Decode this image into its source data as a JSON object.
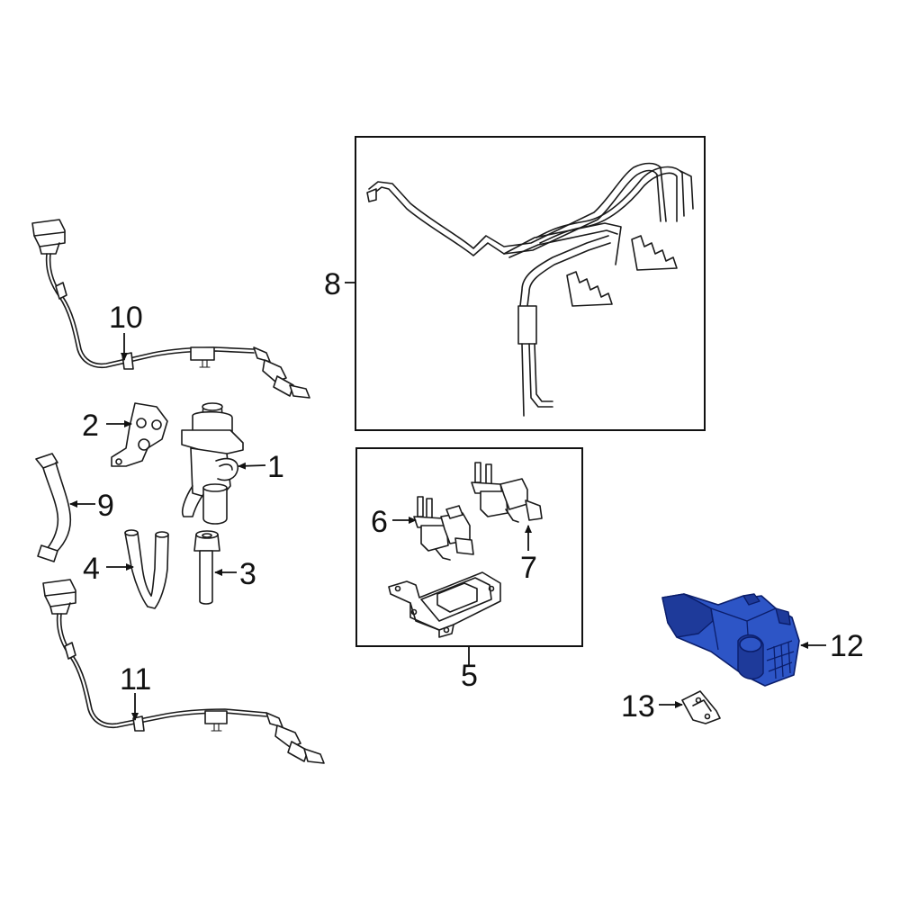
{
  "callouts": {
    "c1": "1",
    "c2": "2",
    "c3": "3",
    "c4": "4",
    "c5": "5",
    "c6": "6",
    "c7": "7",
    "c8": "8",
    "c9": "9",
    "c10": "10",
    "c11": "11",
    "c12": "12",
    "c13": "13"
  },
  "colors": {
    "highlight_part": "#2d55c6",
    "line_art": "#1a1a1a",
    "background": "#ffffff"
  }
}
